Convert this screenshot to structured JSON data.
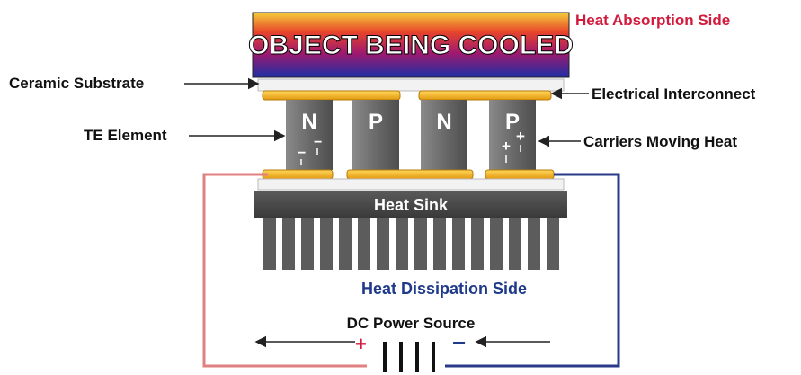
{
  "title_block": "OBJECT BEING COOLED",
  "labels": {
    "heat_absorption": "Heat Absorption Side",
    "ceramic_substrate": "Ceramic Substrate",
    "electrical_interconnect": "Electrical Interconnect",
    "te_element": "TE Element",
    "carriers_moving_heat": "Carriers Moving Heat",
    "heat_sink": "Heat Sink",
    "heat_dissipation": "Heat Dissipation Side",
    "dc_power_source": "DC Power Source"
  },
  "elements": [
    "N",
    "P",
    "N",
    "P"
  ],
  "polarity": {
    "positive": "+",
    "negative": "−"
  },
  "colors": {
    "heat_absorption_text": "#d21a3c",
    "heat_dissipation_text": "#1f3a8a",
    "positive_wire": "#e08080",
    "negative_wire": "#2a3a8a",
    "interconnect": "#f2b01e",
    "heat_sink": "#4a4a4a",
    "element": "#6e6e6e"
  }
}
